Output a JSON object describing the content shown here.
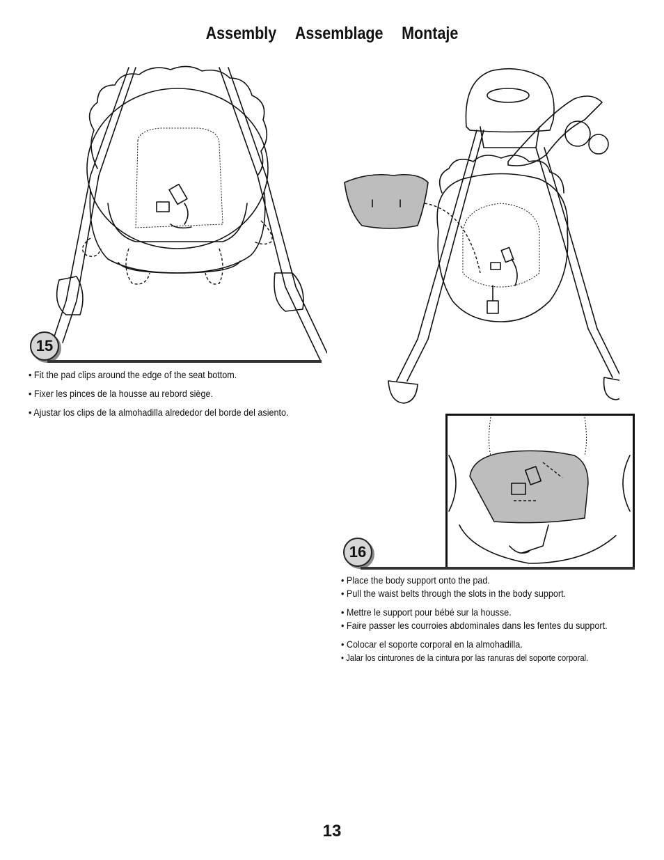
{
  "header": {
    "title_en": "Assembly",
    "title_fr": "Assemblage",
    "title_es": "Montaje"
  },
  "step15": {
    "number": "15",
    "bullets": [
      "• Fit the pad clips around the edge of the seat bottom.",
      "• Fixer les pinces de la housse au rebord siège.",
      "• Ajustar los clips de la almohadilla alrededor del borde del asiento."
    ]
  },
  "step16": {
    "number": "16",
    "bullets_en": [
      "• Place the body support onto the pad.",
      "• Pull the waist belts through the slots in the body support."
    ],
    "bullets_fr": [
      "• Mettre le support pour bébé sur la housse.",
      "• Faire passer les courroies abdominales dans les fentes du support."
    ],
    "bullets_es": [
      "• Colocar el soporte corporal en la almohadilla.",
      "• Jalar los cinturones de la cintura por las ranuras del soporte corporal."
    ]
  },
  "footer": {
    "page_number": "13"
  }
}
